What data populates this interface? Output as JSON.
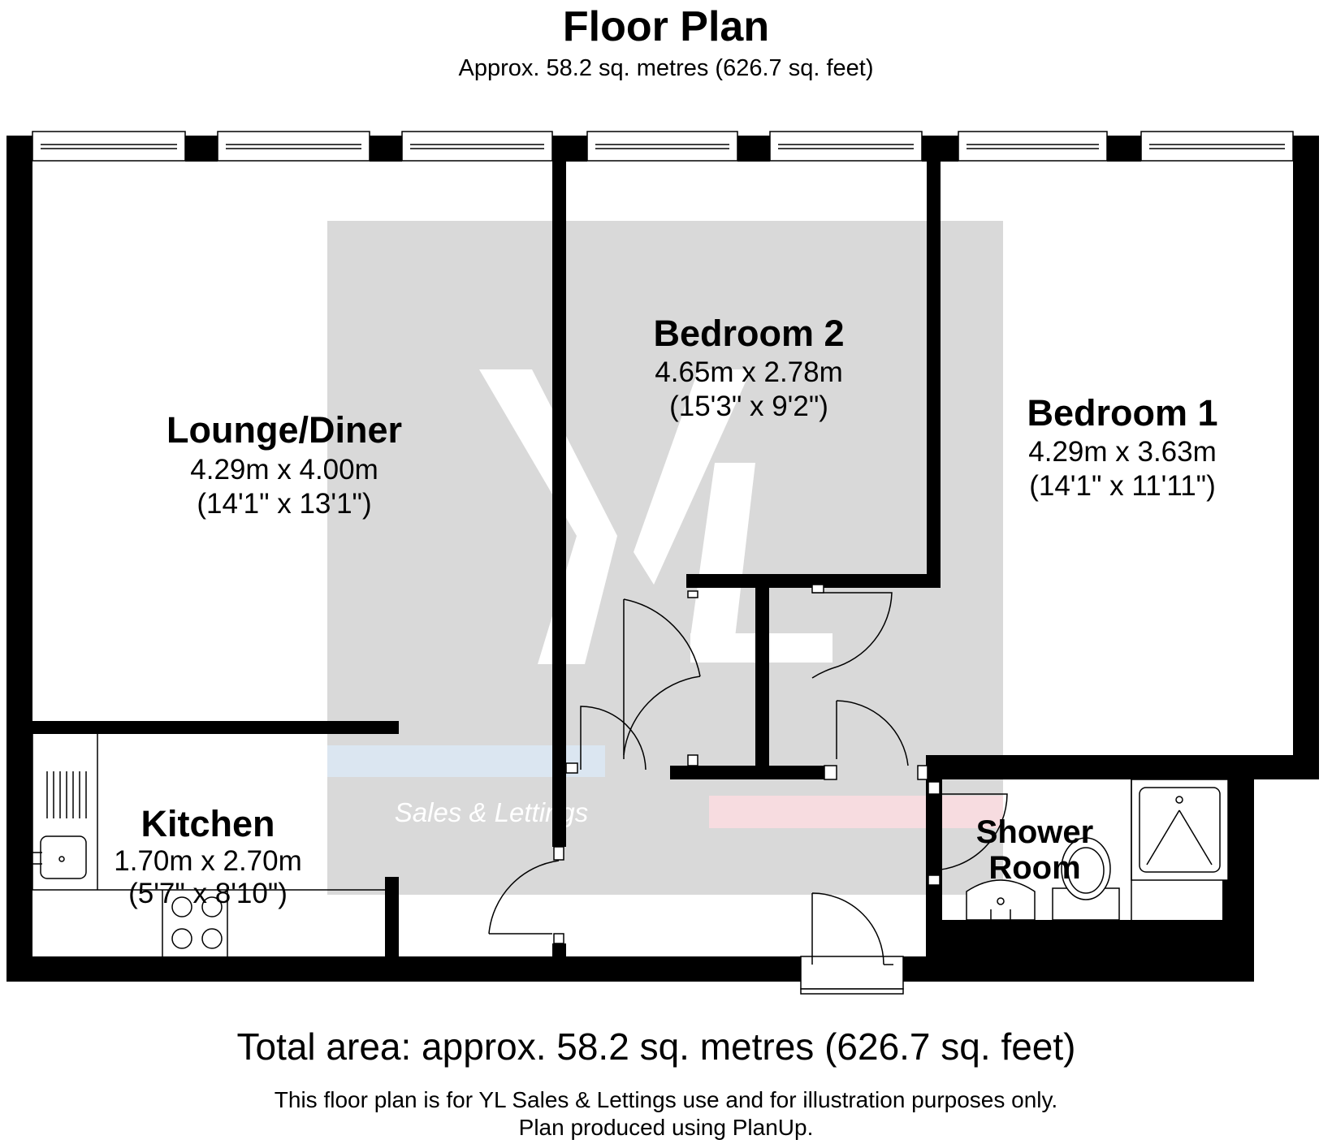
{
  "header": {
    "title": "Floor Plan",
    "subtitle": "Approx. 58.2 sq. metres (626.7 sq. feet)"
  },
  "rooms": [
    {
      "name": "Lounge/Diner",
      "metric": "4.29m x 4.00m",
      "imperial": "(14'1\" x 13'1\")"
    },
    {
      "name": "Bedroom 2",
      "metric": "4.65m x 2.78m",
      "imperial": "(15'3\" x 9'2\")"
    },
    {
      "name": "Bedroom 1",
      "metric": "4.29m x 3.63m",
      "imperial": "(14'1\" x 11'11\")"
    },
    {
      "name": "Kitchen",
      "metric": "1.70m x 2.70m",
      "imperial": "(5'7\" x 8'10\")"
    },
    {
      "name": "Shower\nRoom",
      "name_lines": [
        "Shower",
        "Room"
      ]
    }
  ],
  "watermark": {
    "logo_letters": "YL",
    "text": "Sales & Lettings",
    "colors": {
      "panel": "#d9d9d9",
      "blue_bar": "#dbe6f1",
      "pink_bar": "#f7dce0"
    }
  },
  "footer": {
    "total_area": "Total area: approx. 58.2 sq. metres (626.7 sq. feet)",
    "disclaimer_line1": "This floor plan is for YL Sales & Lettings use and for illustration purposes only.",
    "disclaimer_line2": "Plan produced using PlanUp."
  },
  "colors": {
    "wall": "#000000",
    "background": "#ffffff"
  }
}
